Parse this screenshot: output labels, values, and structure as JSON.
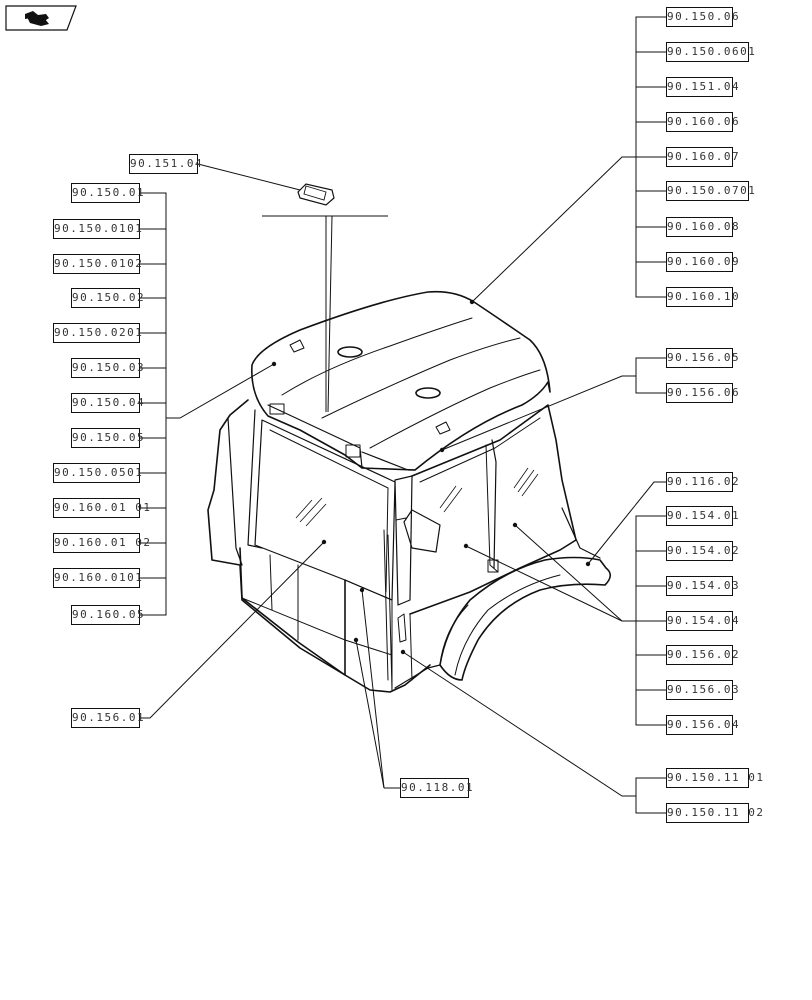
{
  "labels": {
    "l_90_151_04_top": "90.151.04",
    "l_90_150_01": "90.150.01",
    "l_90_150_0101": "90.150.0101",
    "l_90_150_0102": "90.150.0102",
    "l_90_150_02": "90.150.02",
    "l_90_150_0201": "90.150.0201",
    "l_90_150_03": "90.150.03",
    "l_90_150_04": "90.150.04",
    "l_90_150_05": "90.150.05",
    "l_90_150_0501": "90.150.0501",
    "l_90_160_01_01": "90.160.01 01",
    "l_90_160_01_02": "90.160.01 02",
    "l_90_160_0101": "90.160.0101",
    "l_90_160_05": "90.160.05",
    "l_90_156_01": "90.156.01",
    "l_90_118_01": "90.118.01",
    "l_90_150_06": "90.150.06",
    "l_90_150_0601": "90.150.0601",
    "l_90_151_04_right": "90.151.04",
    "l_90_160_06": "90.160.06",
    "l_90_160_07": "90.160.07",
    "l_90_150_0701": "90.150.0701",
    "l_90_160_08": "90.160.08",
    "l_90_160_09": "90.160.09",
    "l_90_160_10": "90.160.10",
    "l_90_156_05": "90.156.05",
    "l_90_156_06": "90.156.06",
    "l_90_116_02": "90.116.02",
    "l_90_154_01": "90.154.01",
    "l_90_154_02": "90.154.02",
    "l_90_154_03": "90.154.03",
    "l_90_154_04": "90.154.04",
    "l_90_156_02": "90.156.02",
    "l_90_156_03": "90.156.03",
    "l_90_156_04": "90.156.04",
    "l_90_150_11_01": "90.150.11 01",
    "l_90_150_11_02": "90.150.11 02"
  },
  "icons": {
    "nav": "navigation-arrow-icon",
    "drawing": "tractor-cab-drawing"
  },
  "colors": {
    "ink": "#111111",
    "label_text": "#333333",
    "background": "#ffffff"
  }
}
